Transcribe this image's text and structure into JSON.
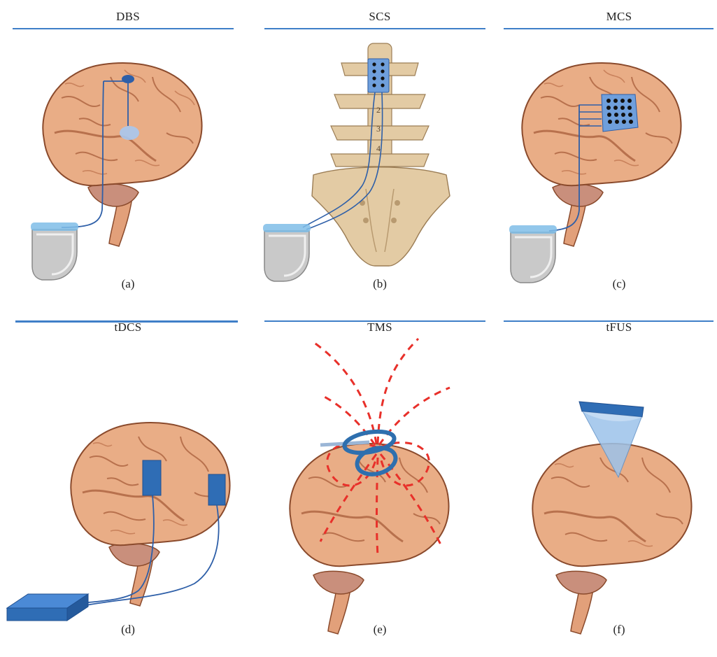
{
  "panels": [
    {
      "id": "a",
      "title": "DBS",
      "caption": "(a)"
    },
    {
      "id": "b",
      "title": "SCS",
      "caption": "(b)"
    },
    {
      "id": "c",
      "title": "MCS",
      "caption": "(c)"
    },
    {
      "id": "d",
      "title": "tDCS",
      "caption": "(d)"
    },
    {
      "id": "e",
      "title": "TMS",
      "caption": "(e)"
    },
    {
      "id": "f",
      "title": "tFUS",
      "caption": "(f)"
    }
  ],
  "spine_labels": [
    "2",
    "3",
    "4"
  ],
  "colors": {
    "brain_fill": "#e9ad86",
    "brain_stroke": "#8a4a2c",
    "gyri": "#b8714d",
    "cerebellum": "#c98f7c",
    "lead": "#2e5fa8",
    "electrode": "#6f9fdc",
    "device": "#2f6db5",
    "field": "#e8302a",
    "bone": "#e3cba4",
    "rule": "#3f7fc8"
  }
}
